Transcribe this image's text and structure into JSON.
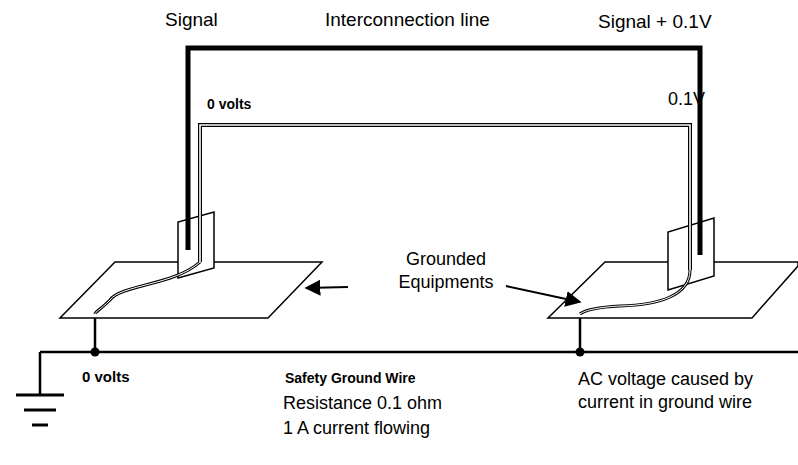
{
  "diagram": {
    "labels": [
      "Signal",
      "Interconnection line",
      "Signal + 0.1V",
      "0 volts",
      "0.1V",
      "Grounded Equipments",
      "0 volts",
      "Safety Ground Wire",
      "Resistance 0.1 ohm",
      "1 A current flowing",
      "AC voltage caused by current in ground wire"
    ]
  }
}
